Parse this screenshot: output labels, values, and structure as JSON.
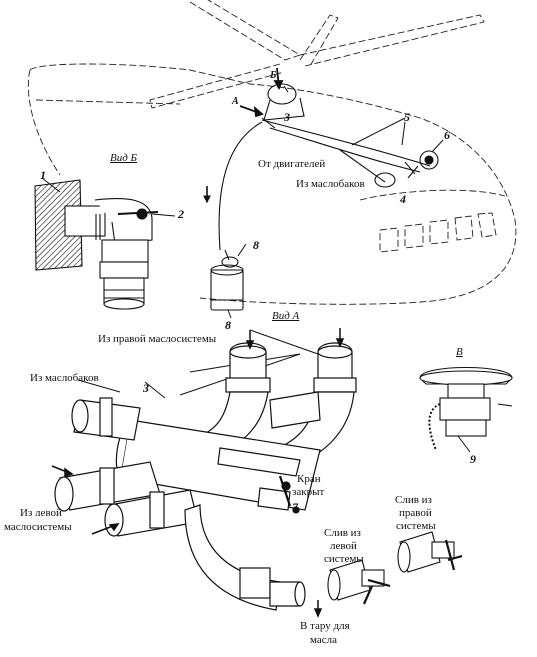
{
  "labels": {
    "from_engines": "От двигателей",
    "from_oil_tanks_top": "Из маслобаков",
    "from_right_oil_system": "Из правой маслосистемы",
    "from_oil_tanks_left": "Из маслобаков",
    "from_left_oil_system_1": "Из левой",
    "from_left_oil_system_2": "маслосистемы",
    "valve_closed_1": "Кран",
    "valve_closed_2": "закрыт",
    "drain_left_1": "Слив из",
    "drain_left_2": "левой",
    "drain_left_3": "системы",
    "drain_right_1": "Слив из",
    "drain_right_2": "правой",
    "drain_right_3": "системы",
    "to_container_1": "В тару для",
    "to_container_2": "масла"
  },
  "views": {
    "view_b": "Вид Б",
    "view_a": "Вид А",
    "view_v": "В"
  },
  "pointers": {
    "A": "А",
    "B": "Б"
  },
  "callouts": {
    "n1": "1",
    "n2": "2",
    "n3_top": "3",
    "n3_bottom": "3",
    "n4": "4",
    "n5": "5",
    "n6": "6",
    "n7": "7",
    "n8_top": "8",
    "n8_bottom": "8",
    "n9": "9"
  },
  "colors": {
    "ink": "#111111",
    "paper": "#ffffff"
  }
}
